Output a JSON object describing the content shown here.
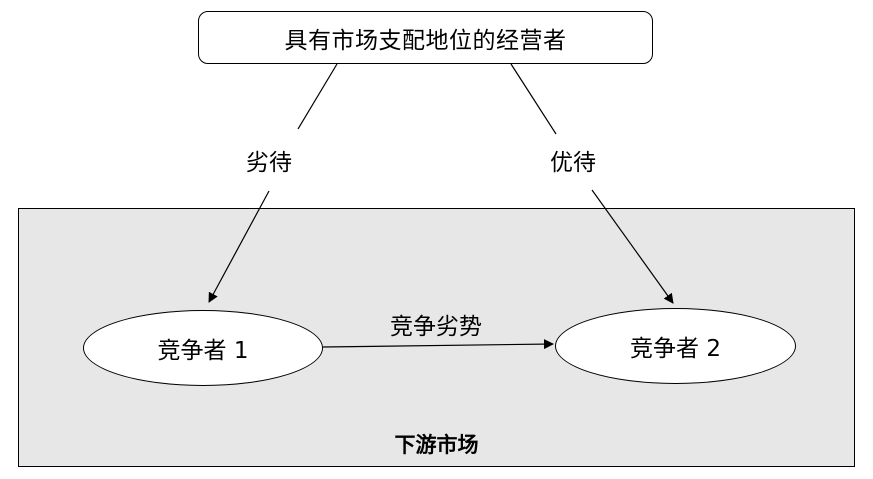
{
  "diagram": {
    "top_node": "具有市场支配地位的经营者",
    "left_edge_label": "劣待",
    "right_edge_label": "优待",
    "competitor_1": "竞争者 1",
    "competitor_2": "竞争者 2",
    "middle_edge_label": "竞争劣势",
    "market_label": "下游市场"
  },
  "colors": {
    "stroke": "#000000",
    "market_fill": "#e7e7e7",
    "node_fill": "#ffffff"
  }
}
